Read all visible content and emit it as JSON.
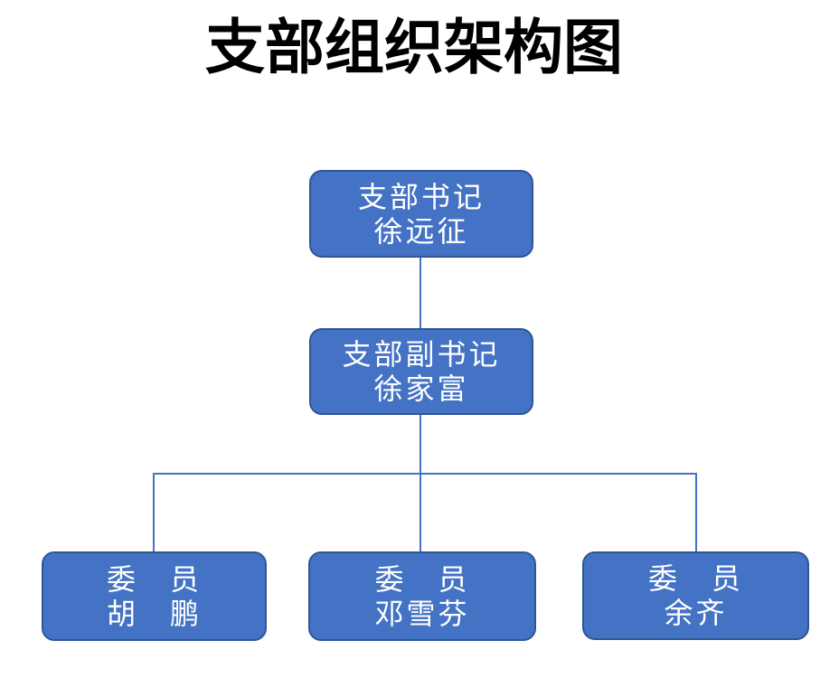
{
  "title": "支部组织架构图",
  "colors": {
    "background": "#FFFFFF",
    "node_fill": "#4472C4",
    "node_border": "#2F5597",
    "connector": "#4472C4",
    "node_text": "#FFFFFF",
    "title_text": "#000000"
  },
  "org_chart": {
    "type": "org-tree",
    "nodes": [
      {
        "id": "branch-secretary",
        "level": 1,
        "role": "支部书记",
        "name": "徐远征",
        "reports_to": null
      },
      {
        "id": "deputy-branch-secretary",
        "level": 2,
        "role": "支部副书记",
        "name": "徐家富",
        "reports_to": "branch-secretary"
      },
      {
        "id": "member-hu-peng",
        "level": 3,
        "role": "委　员",
        "name": "胡　鹏",
        "reports_to": "deputy-branch-secretary"
      },
      {
        "id": "member-deng-xuefen",
        "level": 3,
        "role": "委　员",
        "name": "邓雪芬",
        "reports_to": "deputy-branch-secretary"
      },
      {
        "id": "member-yu-qi",
        "level": 3,
        "role": "委　员",
        "name": "余齐",
        "reports_to": "deputy-branch-secretary"
      }
    ]
  }
}
